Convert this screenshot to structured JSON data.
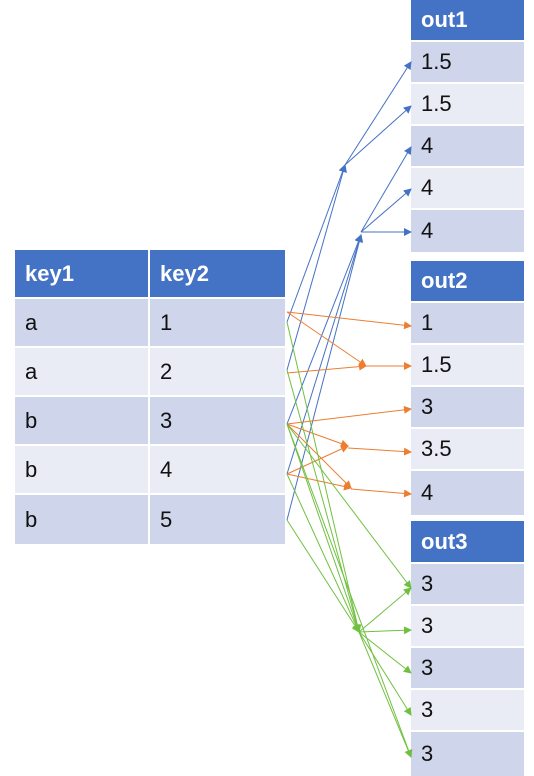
{
  "key_table": {
    "headers": [
      "key1",
      "key2"
    ],
    "rows": [
      [
        "a",
        "1"
      ],
      [
        "a",
        "2"
      ],
      [
        "b",
        "3"
      ],
      [
        "b",
        "4"
      ],
      [
        "b",
        "5"
      ]
    ]
  },
  "out_tables": [
    {
      "header": "out1",
      "values": [
        "1.5",
        "1.5",
        "4",
        "4",
        "4"
      ]
    },
    {
      "header": "out2",
      "values": [
        "1",
        "1.5",
        "3",
        "3.5",
        "4"
      ]
    },
    {
      "header": "out3",
      "values": [
        "3",
        "3",
        "3",
        "3",
        "3"
      ]
    }
  ],
  "colors": {
    "header": "#4472c4",
    "row_dark": "#cfd5ea",
    "row_light": "#e9ebf5",
    "arrow_out1": "#4472c4",
    "arrow_out2": "#ed7d31",
    "arrow_out3": "#70c040"
  }
}
